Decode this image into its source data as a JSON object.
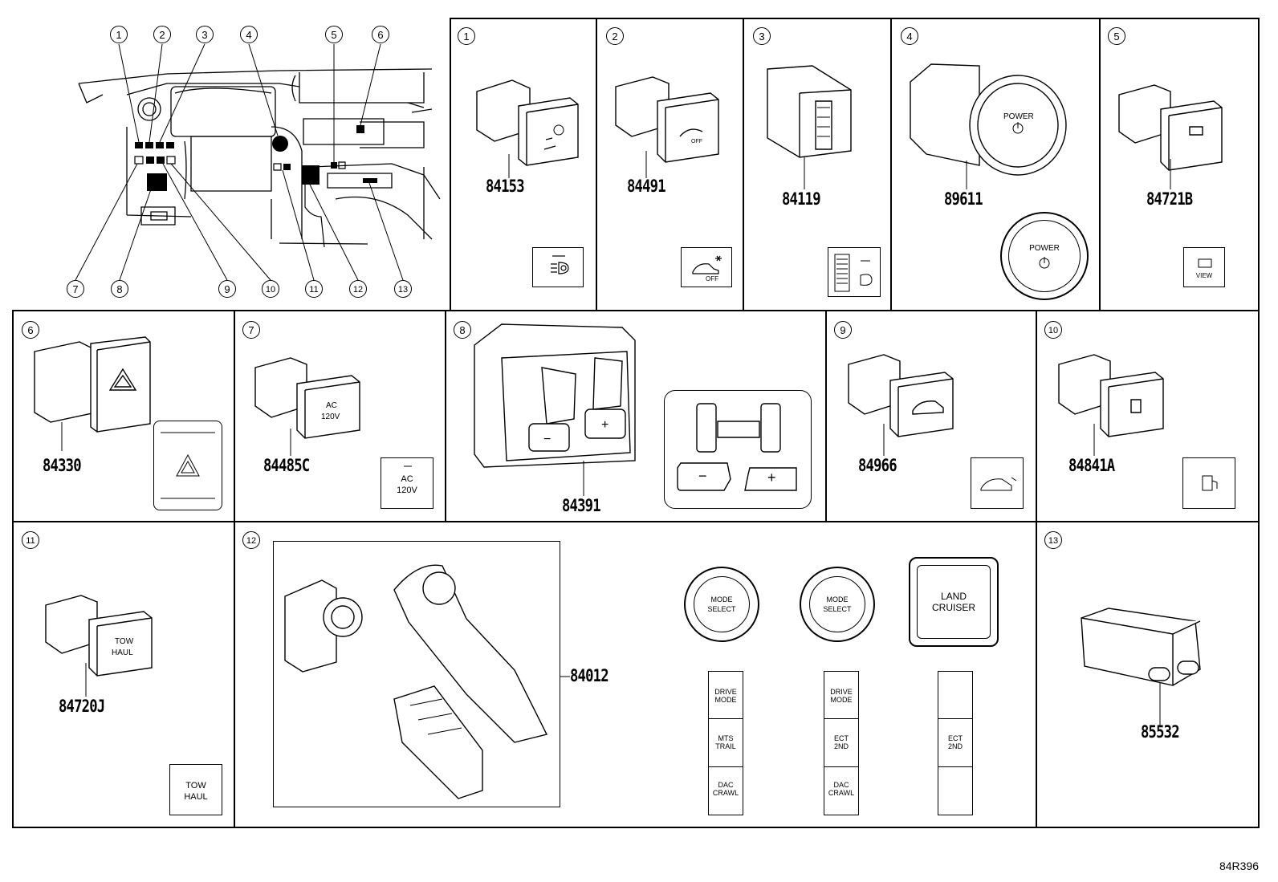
{
  "diagram_code": "84R396",
  "overview": {
    "callouts": [
      "1",
      "2",
      "3",
      "4",
      "5",
      "6",
      "7",
      "8",
      "9",
      "10",
      "11",
      "12",
      "13"
    ]
  },
  "panels": [
    {
      "num": "1",
      "part": "84153",
      "icon": "headlamp-leveling-icon"
    },
    {
      "num": "2",
      "part": "84491",
      "icon": "intrusion-sensor-off-icon",
      "icon_text": "OFF"
    },
    {
      "num": "3",
      "part": "84119",
      "icon": "dimmer-wheel-icon"
    },
    {
      "num": "4",
      "part": "89611",
      "icon": "power-button-icon",
      "label": "POWER"
    },
    {
      "num": "5",
      "part": "84721B",
      "icon": "camera-view-icon",
      "label": "VIEW"
    },
    {
      "num": "6",
      "part": "84330",
      "icon": "hazard-triangle-icon"
    },
    {
      "num": "7",
      "part": "84485C",
      "icon": "ac-120v-icon",
      "label_line1": "AC",
      "label_line2": "120V"
    },
    {
      "num": "8",
      "part": "84391",
      "icon": "seat-heater-control-icon",
      "minus": "−",
      "plus": "+"
    },
    {
      "num": "9",
      "part": "84966",
      "icon": "back-door-icon"
    },
    {
      "num": "10",
      "part": "84841A",
      "icon": "fuel-door-icon"
    },
    {
      "num": "11",
      "part": "84720J",
      "icon": "tow-haul-icon",
      "label_line1": "TOW",
      "label_line2": "HAUL"
    },
    {
      "num": "12",
      "part": "84012",
      "icon": "center-console-icon",
      "mode_select_line1": "MODE",
      "mode_select_line2": "SELECT",
      "land_line1": "LAND",
      "land_line2": "CRUISER",
      "drive_mode_line1": "DRIVE",
      "drive_mode_line2": "MODE",
      "mts_line1": "MTS",
      "mts_line2": "TRAIL",
      "ect_line1": "ECT",
      "ect_line2": "2ND",
      "dac_line1": "DAC",
      "dac_line2": "CRAWL"
    },
    {
      "num": "13",
      "part": "85532",
      "icon": "usb-charger-icon"
    }
  ]
}
